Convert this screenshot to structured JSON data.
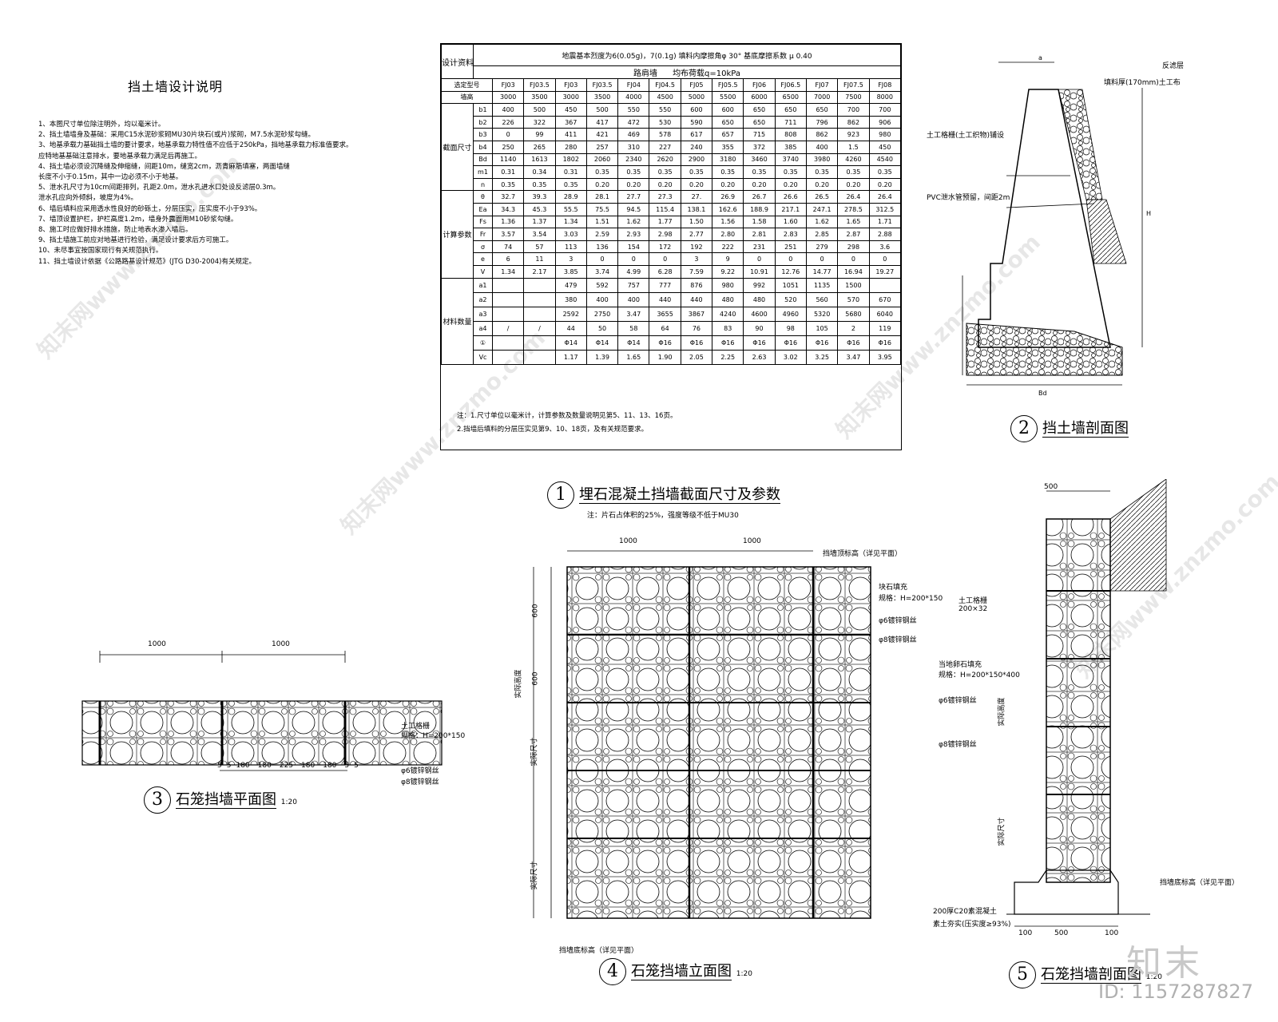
{
  "notes": {
    "title": "挡土墙设计说明",
    "lines": [
      "1、本图尺寸单位除注明外，均以毫米计。",
      "2、挡土墙墙身及基础：采用C15水泥砂浆砌MU30片块石(或片)浆砌，M7.5水泥砂浆勾缝。",
      "3、地基承载力基础挡土墙的要计要求，地基承载力特性值不应低于250kPa，挡地基承载力标准值要求。",
      "   应特地基基础注意排水，要地基承载力满足后再施工。",
      "4、挡土墙必须设沉降缝及伸缩缝，间距10m，缝宽2cm，沥青麻筋填塞，两面墙缝",
      "   长度不小于0.15m，其中一边必须不小于地基。",
      "5、泄水孔尺寸为10cm间距排列，孔距2.0m，泄水孔进水口处设反滤层0.3m。",
      "   泄水孔应向外倾斜，坡度为4%。",
      "6、墙后填料应采用透水性良好的砂砾土，分层压实，压实度不小于93%。",
      "7、墙顶设置护栏，护栏高度1.2m，墙身外露面用M10砂浆勾缝。",
      "8、施工时应做好排水措施，防止地表水渗入墙后。",
      "9、挡土墙施工前应对地基进行检验，满足设计要求后方可施工。",
      "10、未尽事宜按国家现行有关规范执行。",
      "11、挡土墙设计依据《公路路基设计规范》(JTG D30-2004)有关规定。"
    ]
  },
  "table": {
    "design_basis_label": "设计资料",
    "design_basis": "地震基本烈度为6(0.05g)，7(0.1g)  填料内摩擦角φ 30°  基底摩擦系数 μ 0.40",
    "load_label": "路肩墙",
    "load_text": "均布荷载q=10kPa",
    "row_labels": [
      "选定型号",
      "墙高"
    ],
    "groups": [
      "截面尺寸",
      "计算参数",
      "材料数量"
    ],
    "models": [
      "FJ03",
      "FJ03.5",
      "FJ03",
      "FJ03.5",
      "FJ04",
      "FJ04.5",
      "FJ05",
      "FJ05.5",
      "FJ06",
      "FJ06.5",
      "FJ07",
      "FJ07.5",
      "FJ08"
    ],
    "heights": [
      "3000",
      "3500",
      "3000",
      "3500",
      "4000",
      "4500",
      "5000",
      "5500",
      "6000",
      "6500",
      "7000",
      "7500",
      "8000"
    ],
    "section_rows": [
      {
        "sym": "b1",
        "vals": [
          "400",
          "500",
          "450",
          "500",
          "550",
          "550",
          "600",
          "600",
          "650",
          "650",
          "650",
          "700",
          "700"
        ]
      },
      {
        "sym": "b2",
        "vals": [
          "226",
          "322",
          "367",
          "417",
          "472",
          "530",
          "590",
          "650",
          "650",
          "711",
          "796",
          "862",
          "906"
        ]
      },
      {
        "sym": "b3",
        "vals": [
          "0",
          "99",
          "411",
          "421",
          "469",
          "578",
          "617",
          "657",
          "715",
          "808",
          "862",
          "923",
          "980"
        ]
      },
      {
        "sym": "b4",
        "vals": [
          "250",
          "265",
          "280",
          "257",
          "310",
          "227",
          "240",
          "355",
          "372",
          "385",
          "400",
          "1.5",
          "450"
        ]
      },
      {
        "sym": "Bd",
        "vals": [
          "1140",
          "1613",
          "1802",
          "2060",
          "2340",
          "2620",
          "2900",
          "3180",
          "3460",
          "3740",
          "3980",
          "4260",
          "4540"
        ]
      },
      {
        "sym": "m1",
        "vals": [
          "0.31",
          "0.34",
          "0.31",
          "0.35",
          "0.35",
          "0.35",
          "0.35",
          "0.35",
          "0.35",
          "0.35",
          "0.35",
          "0.35",
          "0.35"
        ]
      },
      {
        "sym": "n",
        "vals": [
          "0.35",
          "0.35",
          "0.35",
          "0.20",
          "0.20",
          "0.20",
          "0.20",
          "0.20",
          "0.20",
          "0.20",
          "0.20",
          "0.20",
          "0.20"
        ]
      }
    ],
    "calc_rows": [
      {
        "sym": "θ",
        "vals": [
          "32.7",
          "39.3",
          "28.9",
          "28.1",
          "27.7",
          "27.3",
          "27.",
          "26.9",
          "26.7",
          "26.6",
          "26.5",
          "26.4",
          "26.4"
        ]
      },
      {
        "sym": "Ea",
        "vals": [
          "34.3",
          "45.3",
          "55.5",
          "75.5",
          "94.5",
          "115.4",
          "138.1",
          "162.6",
          "188.9",
          "217.1",
          "247.1",
          "278.5",
          "312.5"
        ]
      },
      {
        "sym": "Fs",
        "vals": [
          "1.36",
          "1.37",
          "1.34",
          "1.51",
          "1.62",
          "1.77",
          "1.50",
          "1.56",
          "1.58",
          "1.60",
          "1.62",
          "1.65",
          "1.71"
        ]
      },
      {
        "sym": "Fr",
        "vals": [
          "3.57",
          "3.54",
          "3.03",
          "2.59",
          "2.93",
          "2.98",
          "2.77",
          "2.80",
          "2.81",
          "2.83",
          "2.85",
          "2.87",
          "2.88"
        ]
      },
      {
        "sym": "σ",
        "vals": [
          "74",
          "57",
          "113",
          "136",
          "154",
          "172",
          "192",
          "222",
          "231",
          "251",
          "279",
          "298",
          "3.6"
        ]
      },
      {
        "sym": "e",
        "vals": [
          "6",
          "11",
          "3",
          "0",
          "0",
          "0",
          "3",
          "9",
          "0",
          "0",
          "0",
          "0",
          "0"
        ]
      },
      {
        "sym": "V",
        "vals": [
          "1.34",
          "2.17",
          "3.85",
          "3.74",
          "4.99",
          "6.28",
          "7.59",
          "9.22",
          "10.91",
          "12.76",
          "14.77",
          "16.94",
          "19.27"
        ]
      }
    ],
    "material_rows": [
      {
        "sym": "a1",
        "vals": [
          "",
          "",
          "479",
          "592",
          "757",
          "777",
          "876",
          "980",
          "992",
          "1051",
          "1135",
          "1500"
        ]
      },
      {
        "sym": "a2",
        "vals": [
          "",
          "",
          "380",
          "400",
          "400",
          "440",
          "440",
          "480",
          "480",
          "520",
          "560",
          "570",
          "670"
        ]
      },
      {
        "sym": "a3",
        "vals": [
          "",
          "",
          "2592",
          "2750",
          "3.47",
          "3655",
          "3867",
          "4240",
          "4600",
          "4960",
          "5320",
          "5680",
          "6040"
        ]
      },
      {
        "sym": "a4",
        "vals": [
          "/",
          "/",
          "44",
          "50",
          "58",
          "64",
          "76",
          "83",
          "90",
          "98",
          "105",
          "2",
          "119"
        ]
      },
      {
        "sym": "①",
        "vals": [
          "",
          "",
          "Φ14",
          "Φ14",
          "Φ14",
          "Φ16",
          "Φ16",
          "Φ16",
          "Φ16",
          "Φ16",
          "Φ16",
          "Φ16",
          "Φ16"
        ]
      },
      {
        "sym": "Vc",
        "vals": [
          "",
          "",
          "1.17",
          "1.39",
          "1.65",
          "1.90",
          "2.05",
          "2.25",
          "2.63",
          "3.02",
          "3.25",
          "3.47",
          "3.95"
        ]
      }
    ],
    "notes": [
      "注：1.尺寸单位以毫米计，计算参数及数量说明见第5、11、13、16页。",
      "    2.挡墙后填料的分层压实见第9、10、18页，及有关规范要求。"
    ]
  },
  "figures": {
    "fig1": {
      "num": "1",
      "title": "埋石混凝土挡墙截面尺寸及参数",
      "sub": "注：片石占体积的25%，强度等级不低于MU30"
    },
    "fig2": {
      "num": "2",
      "title": "挡土墙剖面图",
      "labels": [
        "反滤层",
        "填料厚(170mm)土工布",
        "土工格栅(土工织物)铺设",
        "PVC泄水管预留，间距2m"
      ]
    },
    "fig3": {
      "num": "3",
      "title": "石笼挡墙平面图",
      "scale": "1:20",
      "dims_top": [
        "1000",
        "1000"
      ],
      "dims_bottom": [
        "5",
        "5",
        "180",
        "180",
        "225",
        "180",
        "180",
        "5",
        "5"
      ],
      "labels": [
        "土工格栅",
        "规格：H=200*150",
        "φ6镀锌钢丝",
        "φ8镀锌钢丝"
      ]
    },
    "fig4": {
      "num": "4",
      "title": "石笼挡墙立面图",
      "scale": "1:20",
      "dims_top": [
        "1000",
        "1000"
      ],
      "dims_left": [
        "600",
        "600"
      ],
      "left_labels": [
        "实际高度",
        "实际尺寸",
        "实际尺寸"
      ],
      "labels": [
        "挡墙顶标高（详见平面）",
        "块石填充",
        "规格：H=200*150",
        "φ6镀锌钢丝",
        "φ8镀锌钢丝"
      ],
      "bottom_label": "挡墙底标高（详见平面）"
    },
    "fig5": {
      "num": "5",
      "title": "石笼挡墙剖面图",
      "scale": "1:20",
      "dims": [
        "500",
        "100",
        "500",
        "100"
      ],
      "labels": [
        "土工格栅",
        "200×32",
        "当地卵石填充",
        "规格：H=200*150*400",
        "φ6镀锌钢丝",
        "φ8镀锌钢丝",
        "实际高度",
        "实际尺寸",
        "挡墙底标高（详见平面）",
        "200厚C20素混凝土",
        "素土夯实(压实度≥93%)"
      ]
    }
  },
  "watermark": {
    "logo": "知末",
    "id": "ID: 1157287827",
    "site": "知末网www.znzmo.com"
  }
}
